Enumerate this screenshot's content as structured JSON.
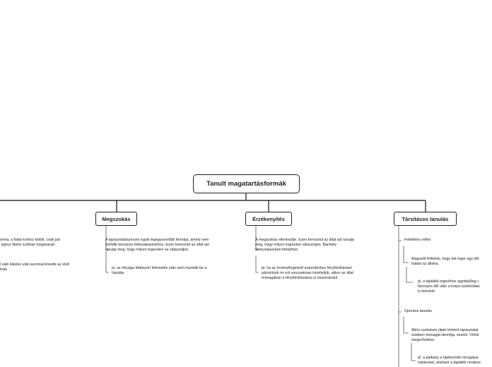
{
  "root": {
    "title": "Tanult magatartásformák"
  },
  "branches": {
    "left_partial": {
      "note1": "orma, a fiatal korhoz kötött, csak pár\n egész életre szólóan megmarad.",
      "note2": "l való kikelés után azonnal követik az első\ntnak"
    },
    "megszokas": {
      "label": "Megszokás",
      "note1": "A tapasztalatszerzés egyik legegyszerűbb formája, amely nem\nkötődik bizonyos életszakaszokhoz. Ezen keresztül az állat azt\ntanulja meg, hogy milyen ingerekre ne válaszoljon.",
      "note2": "pl. az éticsiga többszöri felemelés után nem húzódik be a\nházába"
    },
    "erzekenyites": {
      "label": "Érzékenyítés",
      "note1": "A megszokás ellentezője. Ezen keresztül az állat azt tanulja\nmeg, hogy milyen ingerekre válaszoljon. Bármely\néletszakaszban létrejöhet.",
      "note2": "pl. ha az örvényférgeknél áramütéshez fényfelvillanást\npárosítunk és ezt sorozatosan ismételjük, akkor az állat\nönmagában a fényfelvillanásra is összerándul"
    },
    "tarsitasos": {
      "label": "Társításos tanulás",
      "sub1": "Feltételes reflex",
      "sub1_note1": "Alapvető feltétele, hogy két inger egy idő\nhatást az állatra.",
      "sub1_note2": "pl. a táplálék ingeréhez egyidejűleg c\nbizonyos idő után a kutya nyálelválas\nis beindult",
      "sub2": "Operáns tanulás",
      "sub2_note1": "Aktív cselekvés útján történő tapasztalat\nesetben önmagát idomítja, vezérli. Véleti\nmegerősítése.",
      "sub2_note2": "pl. a patkány a tájékozódó mozgásai\nhatásosat, amelyet a táplálék rendsze"
    }
  }
}
